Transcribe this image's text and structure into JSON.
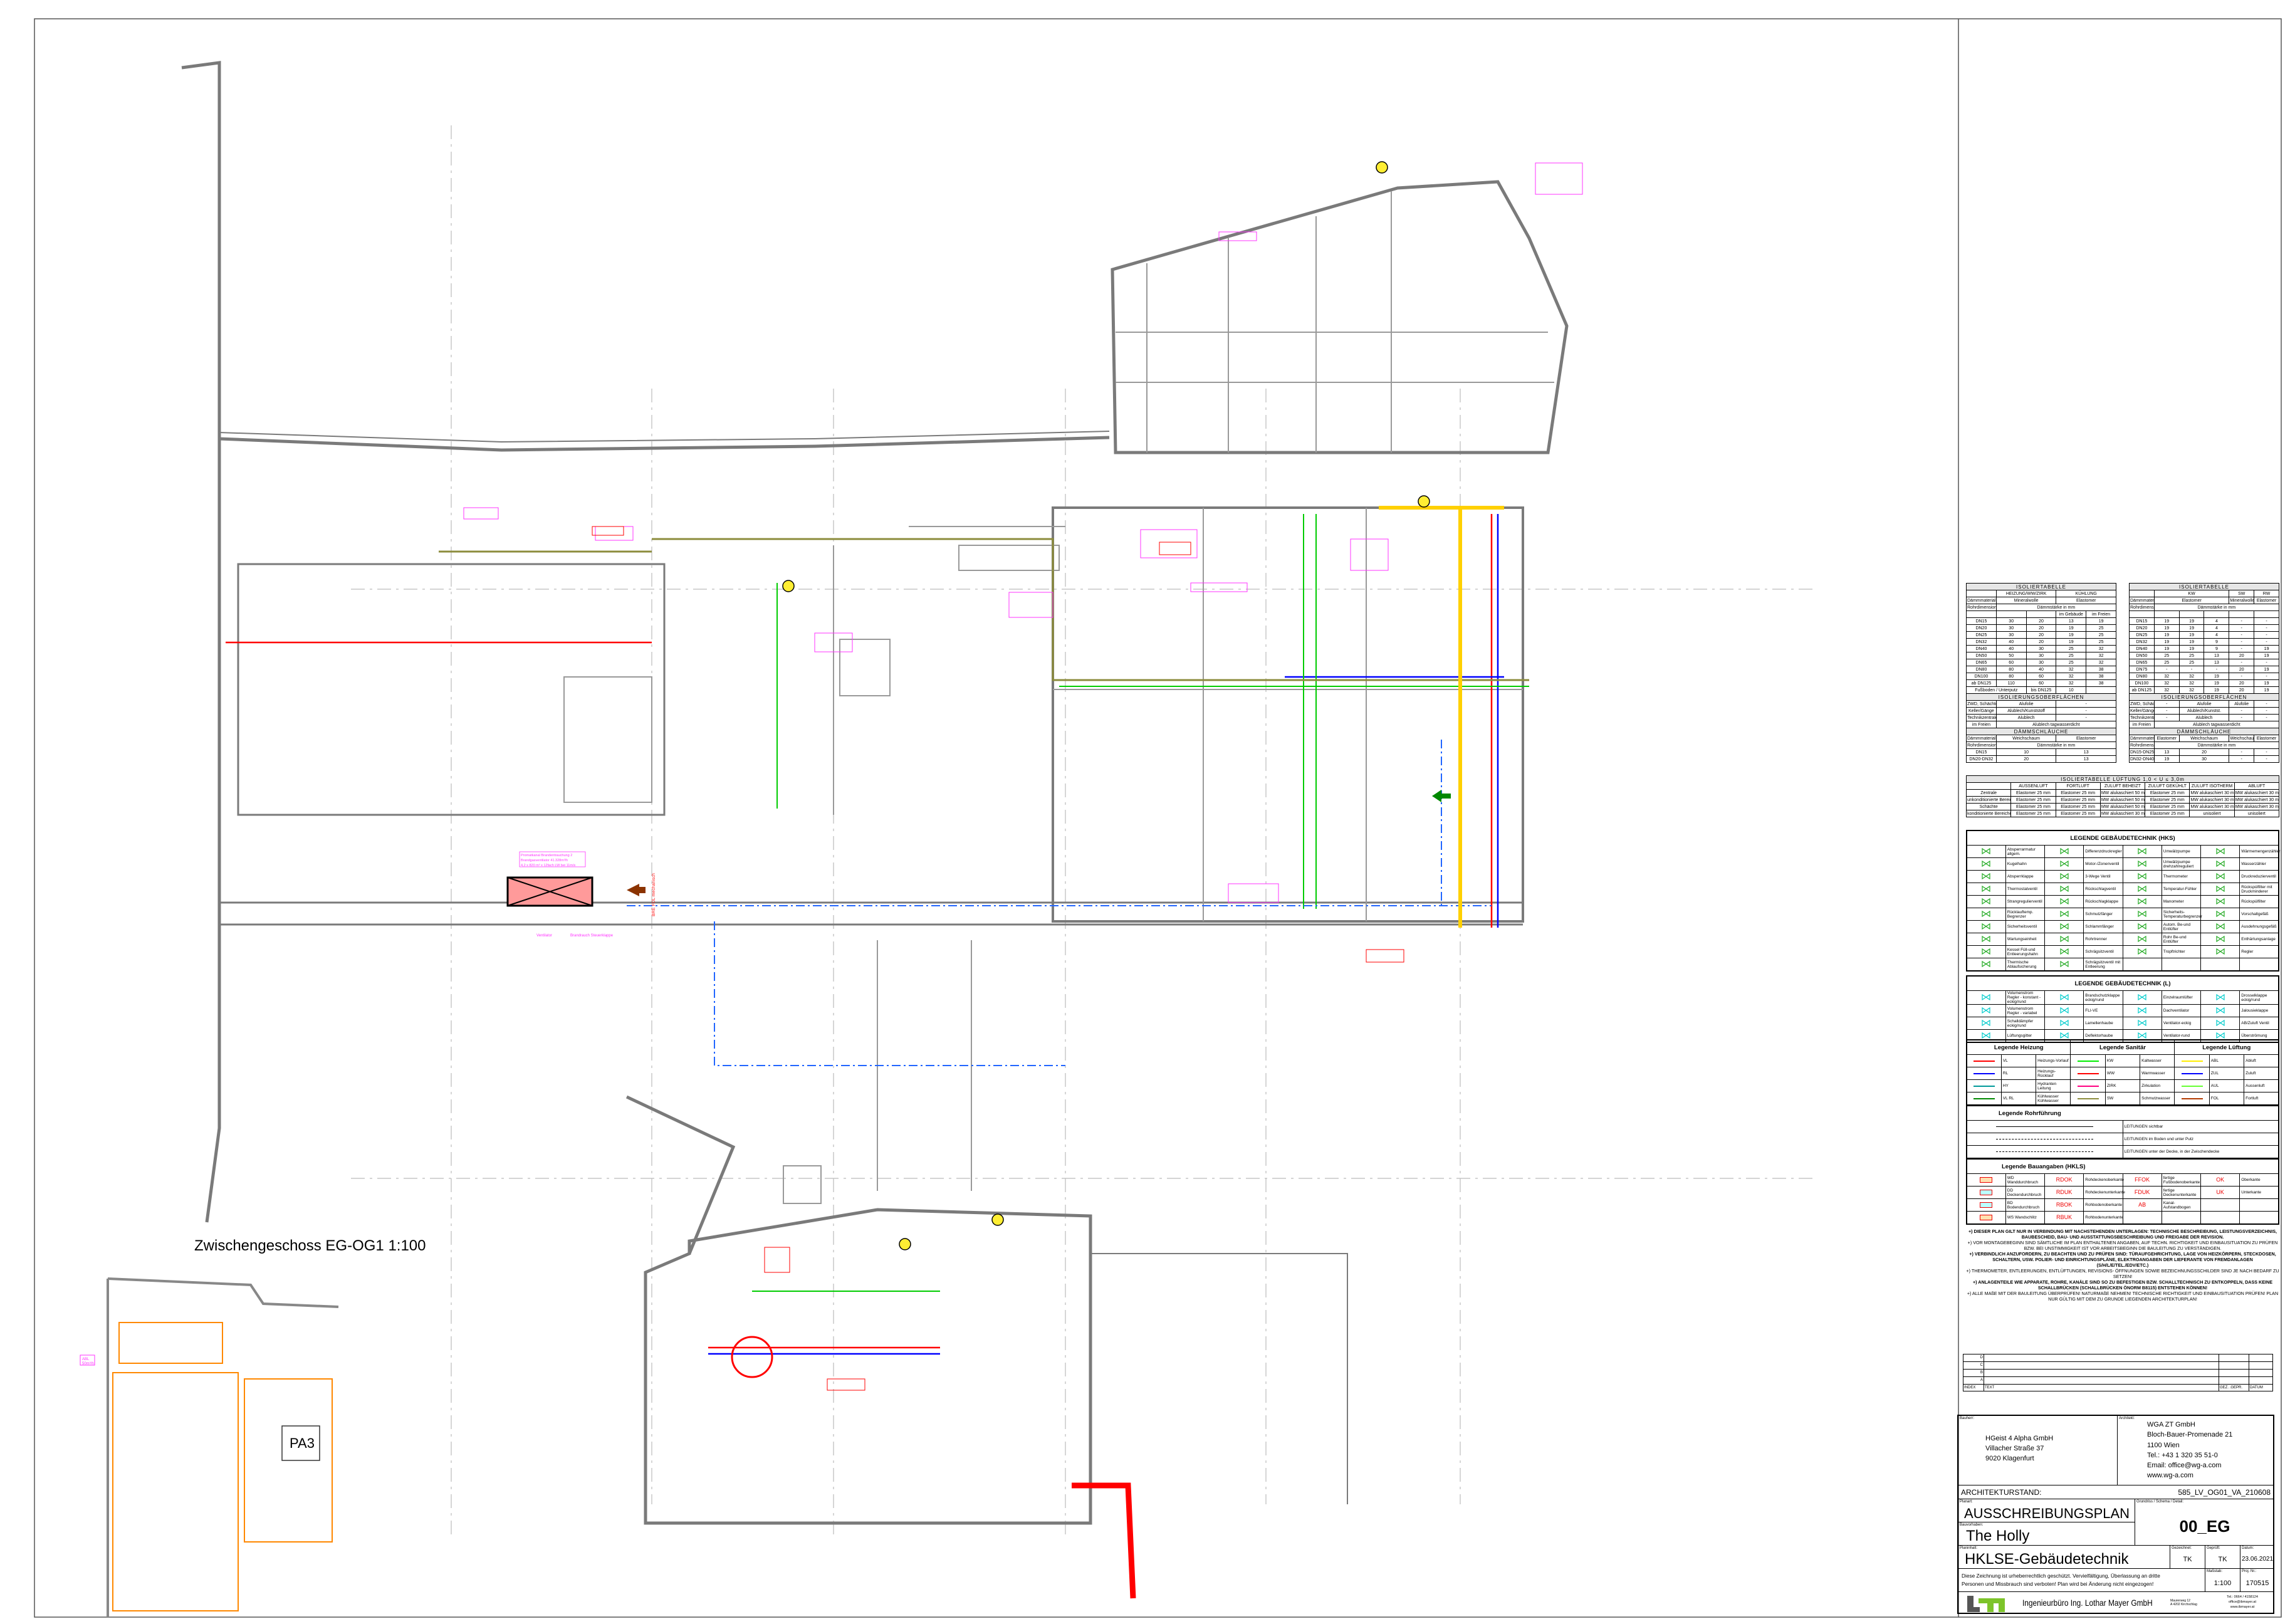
{
  "plan": {
    "zwischengeschoss_title": "Zwischengeschoss EG-OG1   1:100",
    "room_pa3": "PA3",
    "label_abl": "ABL",
    "label_abl_flow": "50m³/h",
    "promat_lines": [
      "Promatkanal Brandentrauchung 2",
      "Brandgasventilator 41.328m³/h",
      "4,2 x 820 m² x 12fach LW bei 11m/s"
    ],
    "label_ventilator": "Ventilator",
    "label_steuerklappe": "Brandrauch Steuerklappe",
    "label_bre_fol": "BRE FOL mechanisch",
    "colors": {
      "heating_flow": "#ff0000",
      "heating_return": "#0000ff",
      "cold_water": "#00cc00",
      "soil": "#8c8c3c",
      "exhaust": "#ffee00",
      "label": "#ff33ff",
      "wall": "#808080",
      "fortluft": "#b33a00"
    }
  },
  "iso_left": {
    "title": "ISOLIERTABELLE",
    "rows": [
      [
        "",
        {
          "t": "HEIZUNG/WW/ZIRK",
          "c": 2
        },
        {
          "t": "KÜHLUNG",
          "c": 2
        }
      ],
      [
        "Dämmmaterial",
        {
          "t": "Mineralwolle",
          "c": 2
        },
        {
          "t": "Elastomer",
          "c": 2
        }
      ],
      [
        "Rohrdimension",
        {
          "t": "Dämmstärke in mm",
          "c": 4
        }
      ],
      [
        "",
        "",
        "",
        "im Gebäude",
        "im Freien"
      ],
      [
        "DN15",
        "30",
        "20",
        "13",
        "19"
      ],
      [
        "DN20",
        "30",
        "20",
        "19",
        "25"
      ],
      [
        "DN25",
        "30",
        "20",
        "19",
        "25"
      ],
      [
        "DN32",
        "40",
        "20",
        "19",
        "25"
      ],
      [
        "DN40",
        "40",
        "30",
        "25",
        "32"
      ],
      [
        "DN50",
        "50",
        "30",
        "25",
        "32"
      ],
      [
        "DN65",
        "60",
        "30",
        "25",
        "32"
      ],
      [
        "DN80",
        "80",
        "40",
        "32",
        "38"
      ],
      [
        "DN100",
        "80",
        "60",
        "32",
        "38"
      ],
      [
        "ab DN125",
        "110",
        "60",
        "32",
        "38"
      ],
      [
        {
          "t": "Fußboden / Unterputz",
          "c": 2
        },
        "bis DN125",
        "10",
        ""
      ],
      [
        {
          "t": "ISOLIERUNGSOBERFLÄCHEN",
          "c": 5,
          "h": 1
        }
      ],
      [
        "ZWD, Schächte",
        {
          "t": "Alufolie",
          "c": 2
        },
        {
          "t": "-",
          "c": 2
        }
      ],
      [
        "Keller/Gänge",
        {
          "t": "Alublech/Kunststoff",
          "c": 2
        },
        {
          "t": "-",
          "c": 2
        }
      ],
      [
        "Technikzentrale",
        {
          "t": "Alublech",
          "c": 2
        },
        {
          "t": "-",
          "c": 2
        }
      ],
      [
        "im Freien",
        {
          "t": "Alublech tagwasserdicht",
          "c": 4
        }
      ],
      [
        {
          "t": "DÄMMSCHLÄUCHE",
          "c": 5,
          "h": 1
        }
      ],
      [
        "Dämmmaterial",
        {
          "t": "Weichschaum",
          "c": 2
        },
        {
          "t": "Elastomer",
          "c": 2
        }
      ],
      [
        "Rohrdimension",
        {
          "t": "Dämmstärke in mm",
          "c": 4
        }
      ],
      [
        "DN15",
        {
          "t": "10",
          "c": 2
        },
        {
          "t": "13",
          "c": 2
        }
      ],
      [
        "DN20-DN32",
        {
          "t": "20",
          "c": 2
        },
        {
          "t": "13",
          "c": 2
        }
      ]
    ]
  },
  "iso_right": {
    "title": "ISOLIERTABELLE",
    "rows": [
      [
        "",
        {
          "t": "KW",
          "c": 3
        },
        "SW",
        "RW"
      ],
      [
        "Dämmmaterial",
        {
          "t": "Elastomer",
          "c": 3
        },
        "Mineralwolle",
        "Elastomer"
      ],
      [
        "Rohrdimension",
        {
          "t": "Dämmstärke in mm",
          "c": 5
        }
      ],
      [
        "",
        "",
        "",
        "",
        "",
        ""
      ],
      [
        "DN15",
        "19",
        "19",
        "4",
        "-",
        "-"
      ],
      [
        "DN20",
        "19",
        "19",
        "4",
        "-",
        "-"
      ],
      [
        "DN25",
        "19",
        "19",
        "4",
        "-",
        "-"
      ],
      [
        "DN32",
        "19",
        "19",
        "9",
        "-",
        "-"
      ],
      [
        "DN40",
        "19",
        "19",
        "9",
        "-",
        "19"
      ],
      [
        "DN50",
        "25",
        "25",
        "13",
        "20",
        "19"
      ],
      [
        "DN65",
        "25",
        "25",
        "13",
        "-",
        "-"
      ],
      [
        "DN75",
        "-",
        "-",
        "-",
        "20",
        "19"
      ],
      [
        "DN80",
        "32",
        "32",
        "19",
        "-",
        "-"
      ],
      [
        "DN100",
        "32",
        "32",
        "19",
        "20",
        "19"
      ],
      [
        "ab DN125",
        "32",
        "32",
        "19",
        "20",
        "19"
      ],
      [
        {
          "t": "ISOLIERUNGSOBERFLÄCHEN",
          "c": 6,
          "h": 1
        }
      ],
      [
        "ZWD, Schächte",
        "-",
        {
          "t": "Alufolie",
          "c": 2
        },
        "Alufolie",
        "-"
      ],
      [
        "Keller/Gänge",
        "-",
        {
          "t": "Alublech/Kunstst.",
          "c": 2
        },
        "-",
        "-"
      ],
      [
        "Technikzentrale",
        "-",
        {
          "t": "Alublech",
          "c": 2
        },
        "-",
        "-"
      ],
      [
        "im Freien",
        {
          "t": "Alublech tagwasserdicht",
          "c": 5
        }
      ],
      [
        {
          "t": "DÄMMSCHLÄUCHE",
          "c": 6,
          "h": 1
        }
      ],
      [
        "Dämmmaterial",
        "Elastomer",
        {
          "t": "Weichschaum",
          "c": 2
        },
        "Weichschaum",
        "Elastomer"
      ],
      [
        "Rohrdimension",
        {
          "t": "Dämmstärke in mm",
          "c": 5
        }
      ],
      [
        "DN15-DN25",
        "13",
        {
          "t": "20",
          "c": 2
        },
        "-",
        "-"
      ],
      [
        "DN32-DN40",
        "19",
        {
          "t": "30",
          "c": 2
        },
        "-",
        "-"
      ]
    ]
  },
  "iso_luft": {
    "title": "ISOLIERTABELLE LÜFTUNG 1,0 < U ≤ 3,0m",
    "rows": [
      [
        "",
        "AUSSENLUFT",
        "FORTLUFT",
        "ZULUFT BEHEIZT",
        "ZULUFT GEKÜHLT",
        "ZULUFT ISOTHERM",
        "ABLUFT"
      ],
      [
        "Zentrale",
        "Elastomer 25 mm",
        "Elastomer 25 mm",
        "MW alukaschiert 50 mm",
        "Elastomer 25 mm",
        "MW alukaschiert 30 mm",
        "MW alukaschiert 30 mm"
      ],
      [
        "unkonditionierte Bereiche",
        "Elastomer 25 mm",
        "Elastomer 25 mm",
        "MW alukaschiert 50 mm",
        "Elastomer 25 mm",
        "MW alukaschiert 30 mm",
        "MW alukaschiert 30 mm"
      ],
      [
        "Schächte",
        "Elastomer 25 mm",
        "Elastomer 25 mm",
        "MW alukaschiert 50 mm",
        "Elastomer 25 mm",
        "MW alukaschiert 30 mm",
        "MW alukaschiert 30 mm"
      ],
      [
        "konditionierte Bereiche",
        "Elastomer 25 mm",
        "Elastomer 25 mm",
        "MW alukaschiert 30 mm",
        "Elastomer 25 mm",
        "unisoliert",
        "unisoliert"
      ]
    ]
  },
  "legend_hks": {
    "title": "LEGENDE GEBÄUDETECHNIK (HKS)",
    "rows": [
      [
        "Absperrarmatur allgem.",
        "Differenzdruckregler",
        "Umwälzpumpe",
        "Wärmemengenzähler"
      ],
      [
        "Kugelhahn",
        "Motor-/Zonenventil",
        "Umwälzpumpe drehzahlreguliert",
        "Wasserzähler"
      ],
      [
        "Absperrklappe",
        "3-Wege Ventil",
        "Thermometer",
        "Druckreduzierventil"
      ],
      [
        "Thermostatventil",
        "Rückschlagventil",
        "Temperatur-Fühler",
        "Rückspülfilter mit Druckminderer"
      ],
      [
        "Strangregulierventil",
        "Rückschlagklappe",
        "Manometer",
        "Rückspülfilter"
      ],
      [
        "Rücklauftemp. Begrenzer",
        "Schmutzfänger",
        "Sicherheits-Temperaturbegrenzer",
        "Vorschaltgefäß"
      ],
      [
        "Sicherheitsventil",
        "Schlammfänger",
        "Autom. Be-und Entlüfter",
        "Ausdehnungsgefäß"
      ],
      [
        "Wartungseinheit",
        "Rohrtrenner",
        "Rohr Be-und Entlüfter",
        "Enthärtungsanlage"
      ],
      [
        "Kessel Füll-und Entleerungshahn",
        "Schrägsitzventil",
        "Tropftrichter",
        "Regler"
      ],
      [
        "Thermische Ablaufsicherung",
        "Schrägsitzventil mit Entleerung",
        "",
        ""
      ]
    ]
  },
  "legend_l": {
    "title": "LEGENDE GEBÄUDETECHNIK (L)",
    "rows": [
      [
        "Volumenstrom Regler - konstant -eckig/rund",
        "Brandschutzklappe eckig/rund",
        "Einzelraumlüfter",
        "Drosselklappe eckig/rund"
      ],
      [
        "Volumenstrom Regler - variabel",
        "FLI-VE",
        "Dachventilator",
        "Jalousieklappe"
      ],
      [
        "Schalldämpfer eckig/rund",
        "Lamellenhaube",
        "Ventilator-eckig",
        "AB/Zuluft Ventil"
      ],
      [
        "Lüftungsgitter",
        "Deflektorhaube",
        "Ventilator-rund",
        "Überströmung"
      ]
    ]
  },
  "legend_media": {
    "heizung_title": "Legende Heizung",
    "sanitaer_title": "Legende Sanitär",
    "lueftung_title": "Legende Lüftung",
    "rows": [
      [
        {
          "code": "VL",
          "name": "Heizungs-Vorlauf",
          "color": "#ff0000"
        },
        {
          "code": "KW",
          "name": "Kaltwasser",
          "color": "#00ee00"
        },
        {
          "code": "ABL",
          "name": "Abluft",
          "color": "#ffee00"
        }
      ],
      [
        {
          "code": "RL",
          "name": "Heizungs-Rücklauf",
          "color": "#0000ff"
        },
        {
          "code": "WW",
          "name": "Warmwasser",
          "color": "#ff0000"
        },
        {
          "code": "ZUL",
          "name": "Zuluft",
          "color": "#0000ff"
        }
      ],
      [
        {
          "code": "HY",
          "name": "Hydranten Leitung",
          "color": "#009999"
        },
        {
          "code": "ZIRK",
          "name": "Zirkulation",
          "color": "#ff0080"
        },
        {
          "code": "AUL",
          "name": "Aussenluft",
          "color": "#66ff33"
        }
      ],
      [
        {
          "code": "VL RL",
          "name": "Kühlwasser Kühlwasser",
          "color": "#008800"
        },
        {
          "code": "SW",
          "name": "Schmutzwasser",
          "color": "#8c8c3c"
        },
        {
          "code": "FOL",
          "name": "Fortluft",
          "color": "#b33a00"
        }
      ]
    ]
  },
  "legend_rohr": {
    "title": "Legende Rohrführung",
    "rows": [
      "LEITUNGEN sichtbar",
      "LEITUNGEN im Boden und unter Putz",
      "LEITUNGEN unter der Decke, in der Zwischendecke"
    ]
  },
  "legend_bau": {
    "title": "Legende Bauangaben (HKLS)",
    "rows": [
      [
        {
          "k": "",
          "v": "WD Wanddurchbruch"
        },
        {
          "k": "RDOK",
          "v": "Rohdeckenoberkante"
        },
        {
          "k": "FFOK",
          "v": "fertige Fußbodenoberkante"
        },
        {
          "k": "OK",
          "v": "Oberkante"
        }
      ],
      [
        {
          "k": "",
          "v": "DD Deckendurchbruch"
        },
        {
          "k": "RDUK",
          "v": "Rohdeckenunterkante"
        },
        {
          "k": "FDUK",
          "v": "fertige Deckenunterkante"
        },
        {
          "k": "UK",
          "v": "Unterkante"
        }
      ],
      [
        {
          "k": "",
          "v": "BD Bodendurchbruch"
        },
        {
          "k": "RBOK",
          "v": "Rohbodenoberkante"
        },
        {
          "k": "AB",
          "v": "Kanal-Aufstandbogen"
        },
        {
          "k": "",
          "v": ""
        }
      ],
      [
        {
          "k": "",
          "v": "WS Wandschlitz"
        },
        {
          "k": "RBUK",
          "v": "Rohbodenunterkante"
        },
        {
          "k": "",
          "v": ""
        },
        {
          "k": "",
          "v": ""
        }
      ]
    ]
  },
  "notes": [
    {
      "bold": true,
      "text": "+) DIESER PLAN GILT NUR IN VERBINDUNG MIT NACHSTEHENDEN UNTERLAGEN: TECHNISCHE BESCHREIBUNG, LEISTUNGSVERZEICHNIS, BAUBESCHEID, BAU- UND AUSSTATTUNGSBESCHREIBUNG UND FREIGABE DER REVISION."
    },
    {
      "bold": false,
      "text": "+) VOR MONTAGEBEGINN SIND SÄMTLICHE IM PLAN ENTHALTENEN ANGABEN, AUF TECHN. RICHTIGKEIT UND EINBAUSITUATION ZU PRÜFEN BZW. BEI UNSTIMMIGKEIT IST VOR ARBEITSBEGINN DIE BAULEITUNG ZU VERSTÄNDIGEN."
    },
    {
      "bold": true,
      "text": "+) VERBINDLICH ANZUFORDERN, ZU BEACHTEN UND ZU PRÜFEN SIND: TÜRAUFGEHRICHTUNG, LAGE VON HEIZKÖRPERN, STECKDOSEN, SCHALTERN, USW. POLIER- UND EINRICHTUNGSPLÄNE, ELEKTROANGABEN DER LIEFERANTE VON FREMDANLAGEN (S/H/L/E/TEL./EDV/ETC.)"
    },
    {
      "bold": false,
      "text": "+) THERMOMETER, ENTLEERUNGEN, ENTLÜFTUNGEN, REVISIONS- ÖFFNUNGEN SOWIE BEZEICHNUNGSSCHILDER SIND JE NACH BEDARF ZU SETZEN!"
    },
    {
      "bold": true,
      "text": "+) ANLAGENTEILE WIE APPARATE, ROHRE, KANÄLE SIND SO ZU BEFESTIGEN BZW. SCHALLTECHNISCH ZU ENTKOPPELN, DASS KEINE SCHALLBRÜCKEN (SCHALLBRÜCKEN ÖNORM B8115) ENTSTEHEN KÖNNEN!"
    },
    {
      "bold": false,
      "text": "+) ALLE MAßE MIT DER BAULEITUNG ÜBERPRÜFEN! NATURMAßE NEHMEN! TECHNISCHE RICHTIGKEIT UND EINBAUSITUATION PRÜFEN! PLAN NUR GÜLTIG MIT DEM ZU GRUNDE LIEGENDEN ARCHITEKTURPLAN!"
    }
  ],
  "revisions": {
    "rows": [
      "D",
      "C",
      "B",
      "A"
    ],
    "header": {
      "index": "INDEX",
      "text": "TEXT",
      "gez": "GEZ.  .GEPR.",
      "datum": "DATUM"
    }
  },
  "title_block": {
    "bauherr_label": "Bauherr:",
    "bauherr": [
      "HGeist 4 Alpha GmbH",
      "Villacher Straße 37",
      "9020 Klagenfurt"
    ],
    "architekt_label": "Architekt:",
    "architekt": [
      "WGA ZT GmbH",
      "Bloch-Bauer-Promenade 21",
      "1100 Wien",
      "Tel.: +43 1 320 35 51-0",
      "Email: office@wg-a.com",
      "www.wg-a.com"
    ],
    "architekturstand_label": "ARCHITEKTURSTAND:",
    "architekturstand": "585_LV_OG01_VA_210608",
    "planart_label": "Planart:",
    "planart": "AUSSCHREIBUNGSPLAN",
    "grundriss_label": "Grundriss / Schema / Detail:",
    "grundriss": "00_EG",
    "bauvorhaben_label": "Bauvorhaben:",
    "bauvorhaben": "The Holly",
    "planinhalt_label": "Planinhalt:",
    "planinhalt": "HKLSE-Gebäudetechnik",
    "gezeichnet_label": "Gezeichnet:",
    "gezeichnet": "TK",
    "geprueft_label": "Geprüft:",
    "geprueft": "TK",
    "datum_label": "Datum:",
    "datum": "23.06.2021",
    "copyright": [
      "Diese Zeichnung ist urheberrechtlich geschützt. Vervielfältigung, Überlassung an dritte",
      "Personen und Missbrauch sind verboten!    Plan wird bei Änderung nicht eingezogen!"
    ],
    "massstab_label": "Maßstab:",
    "massstab": "1:100",
    "projnr_label": "Proj. Nr.:",
    "projnr": "170515",
    "company": "Ingenieurbüro Ing. Lothar Mayer GmbH",
    "company_address": [
      "Maurerweg 12",
      "A 4202 Kirchschlag"
    ],
    "company_contact": [
      "Tel.: 0664 / 4158124",
      "office@ibmayer.at",
      "www.ibmayer.at"
    ]
  }
}
